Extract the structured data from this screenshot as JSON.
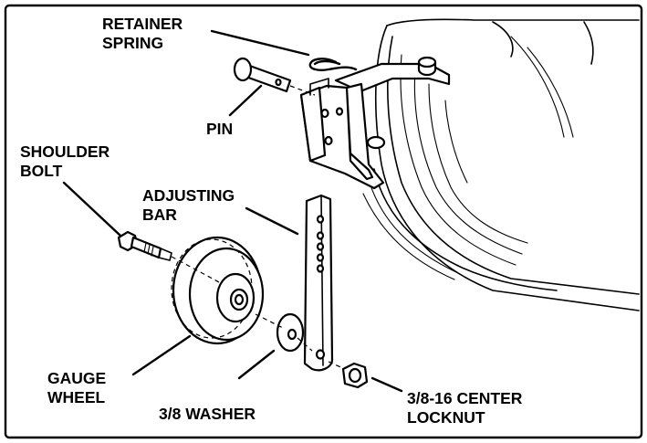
{
  "labels": {
    "retainer_spring": [
      "RETAINER",
      "SPRING"
    ],
    "pin": "PIN",
    "shoulder_bolt": [
      "SHOULDER",
      "BOLT"
    ],
    "adjusting_bar": [
      "ADJUSTING",
      "BAR"
    ],
    "gauge_wheel": [
      "GAUGE",
      "WHEEL"
    ],
    "washer": "3/8 WASHER",
    "center_locknut": [
      "3/8-16 CENTER",
      "LOCKNUT"
    ]
  },
  "colors": {
    "ink": "#000000",
    "paper": "#ffffff"
  }
}
